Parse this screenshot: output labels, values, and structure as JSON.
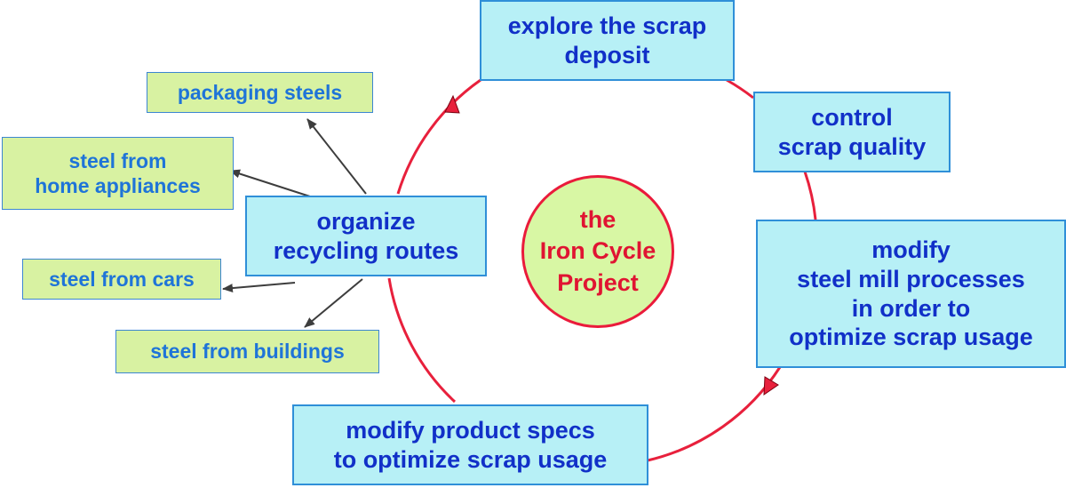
{
  "diagram": {
    "center": "the\nIron Cycle\nProject",
    "steps": {
      "explore": "explore the scrap\ndeposit",
      "control": "control\nscrap quality",
      "modify_mill": "modify\nsteel mill processes\nin order to\noptimize scrap usage",
      "modify_specs": "modify product specs\nto optimize scrap usage",
      "organize": "organize\nrecycling routes"
    },
    "sources": {
      "packaging": "packaging steels",
      "appliances": "steel from\nhome appliances",
      "cars": "steel from cars",
      "buildings": "steel from buildings"
    }
  },
  "colors": {
    "step_bg": "#b7f0f6",
    "step_border": "#2f8fd8",
    "step_text": "#1130c8",
    "source_bg": "#d8f2a2",
    "source_border": "#3c86d2",
    "source_text": "#1f74d8",
    "center_bg": "#d8f7a4",
    "center_border": "#ea1b3b",
    "center_text": "#e01432",
    "cycle_line": "#e8203c",
    "arrow_line": "#3d3d3d"
  }
}
